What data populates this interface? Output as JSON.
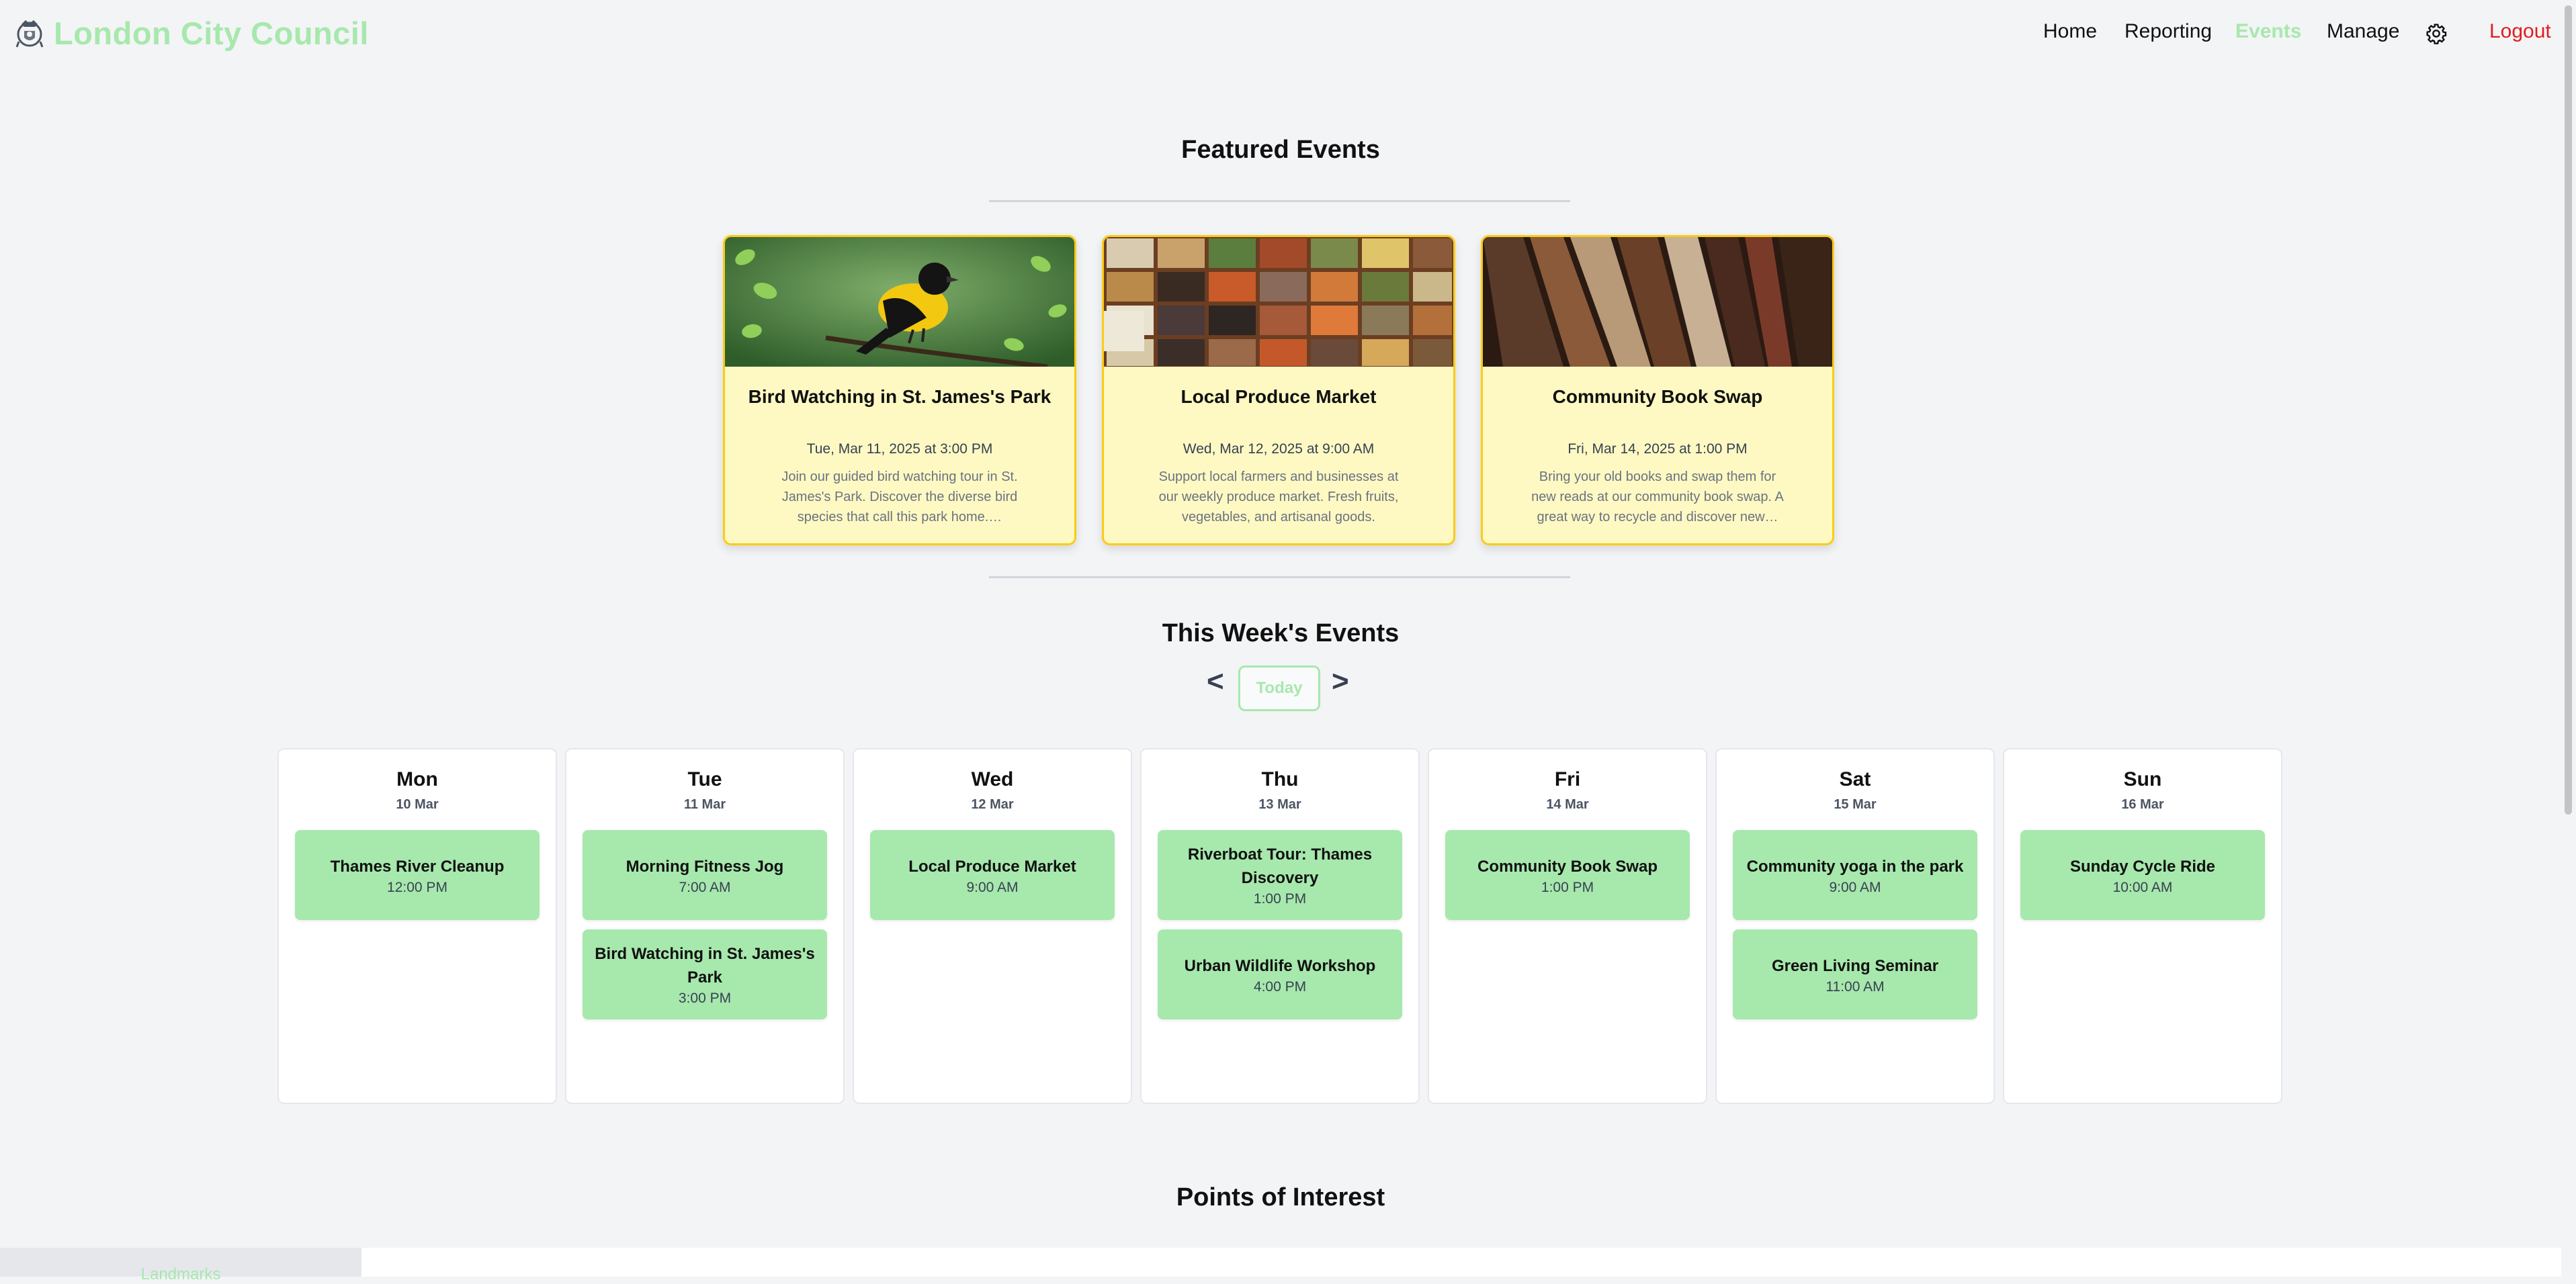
{
  "header": {
    "brand": "London City Council",
    "nav": {
      "home": "Home",
      "reporting": "Reporting",
      "events": "Events",
      "manage": "Manage",
      "logout": "Logout"
    }
  },
  "featured": {
    "title": "Featured Events",
    "cards": [
      {
        "title": "Bird Watching in St. James's Park",
        "date": "Tue, Mar 11, 2025 at 3:00 PM",
        "description": "Join our guided bird watching tour in St. James's Park. Discover the diverse bird species that call this park home.…"
      },
      {
        "title": "Local Produce Market",
        "date": "Wed, Mar 12, 2025 at 9:00 AM",
        "description": "Support local farmers and businesses at our weekly produce market. Fresh fruits, vegetables, and artisanal goods."
      },
      {
        "title": "Community Book Swap",
        "date": "Fri, Mar 14, 2025 at 1:00 PM",
        "description": "Bring your old books and swap them for new reads at our community book swap. A great way to recycle and discover new…"
      }
    ]
  },
  "week": {
    "title": "This Week's Events",
    "prev": "<",
    "today": "Today",
    "next": ">",
    "days": [
      {
        "name": "Mon",
        "date": "10 Mar",
        "events": [
          {
            "title": "Thames River Cleanup",
            "time": "12:00 PM"
          }
        ]
      },
      {
        "name": "Tue",
        "date": "11 Mar",
        "events": [
          {
            "title": "Morning Fitness Jog",
            "time": "7:00 AM"
          },
          {
            "title": "Bird Watching in St. James's Park",
            "time": "3:00 PM"
          }
        ]
      },
      {
        "name": "Wed",
        "date": "12 Mar",
        "events": [
          {
            "title": "Local Produce Market",
            "time": "9:00 AM"
          }
        ]
      },
      {
        "name": "Thu",
        "date": "13 Mar",
        "events": [
          {
            "title": "Riverboat Tour: Thames Discovery",
            "time": "1:00 PM"
          },
          {
            "title": "Urban Wildlife Workshop",
            "time": "4:00 PM"
          }
        ]
      },
      {
        "name": "Fri",
        "date": "14 Mar",
        "events": [
          {
            "title": "Community Book Swap",
            "time": "1:00 PM"
          }
        ]
      },
      {
        "name": "Sat",
        "date": "15 Mar",
        "events": [
          {
            "title": "Community yoga in the park",
            "time": "9:00 AM"
          },
          {
            "title": "Green Living Seminar",
            "time": "11:00 AM"
          }
        ]
      },
      {
        "name": "Sun",
        "date": "16 Mar",
        "events": [
          {
            "title": "Sunday Cycle Ride",
            "time": "10:00 AM"
          }
        ]
      }
    ]
  },
  "poi": {
    "title": "Points of Interest",
    "tab": "Landmarks"
  },
  "colors": {
    "accent": "#a7e8ad",
    "card_bg": "#fef9c3",
    "card_border": "#facc15",
    "logout": "#e21c1c"
  },
  "icons": {
    "logo": "council-crest-icon",
    "settings": "gear-icon"
  }
}
